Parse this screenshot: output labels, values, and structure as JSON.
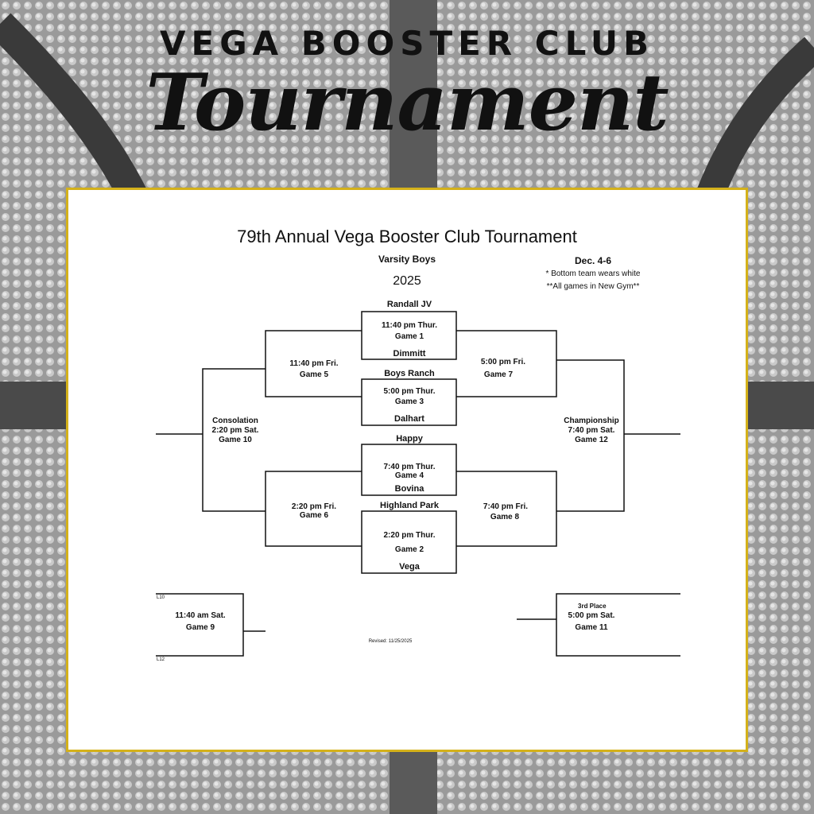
{
  "header": {
    "club": "VEGA BOOSTER CLUB",
    "script": "Tournament"
  },
  "bracket": {
    "title": "79th Annual Vega Booster Club Tournament",
    "subtitle": "Varsity Boys",
    "year": "2025",
    "dates": "Dec. 4-6",
    "note1": "* Bottom team wears white",
    "note2": "**All games in New Gym**",
    "revised": "Revised: 11/25/2025",
    "teams": {
      "randall_jv": "Randall JV",
      "dimmitt": "Dimmitt",
      "boys_ranch": "Boys Ranch",
      "dalhart": "Dalhart",
      "happy": "Happy",
      "bovina": "Bovina",
      "highland_park": "Highland Park",
      "vega": "Vega"
    },
    "games": {
      "g1_time": "11:40 pm Thur.",
      "g1": "Game 1",
      "g3_time": "5:00 pm Thur.",
      "g3": "Game 3",
      "g4_time": "7:40 pm Thur.",
      "g4": "Game 4",
      "g2_time": "2:20 pm Thur.",
      "g2": "Game 2",
      "g5_time": "11:40 pm Fri.",
      "g5": "Game 5",
      "g6_time": "2:20 pm Fri.",
      "g6": "Game 6",
      "g7_time": "5:00 pm Fri.",
      "g7": "Game 7",
      "g8_time": "7:40 pm Fri.",
      "g8": "Game 8",
      "g10_name": "Consolation",
      "g10_time": "2:20 pm Sat.",
      "g10": "Game 10",
      "g12_name": "Championship",
      "g12_time": "7:40 pm Sat.",
      "g12": "Game 12",
      "g9_time": "11:40 am Sat.",
      "g9": "Game 9",
      "g11_name": "3rd Place",
      "g11_time": "5:00 pm Sat.",
      "g11": "Game 11",
      "l10": "L10",
      "l12": "L12"
    }
  }
}
